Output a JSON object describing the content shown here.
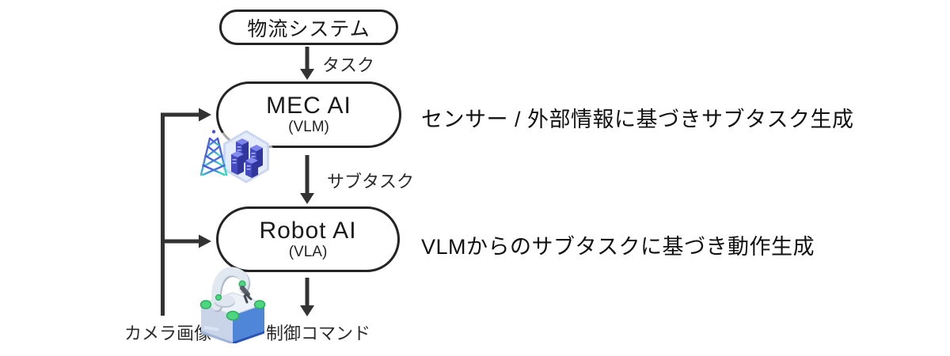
{
  "diagram": {
    "nodes": {
      "logistics": {
        "label": "物流システム"
      },
      "mec_ai": {
        "title": "MEC AI",
        "subtitle": "(VLM)",
        "annotation": "センサー / 外部情報に基づきサブタスク生成",
        "icon": "tower-server-icon"
      },
      "robot_ai": {
        "title": "Robot AI",
        "subtitle": "(VLA)",
        "annotation": "VLMからのサブタスクに基づき動作生成",
        "icon": "robot-arm-icon"
      }
    },
    "edges": {
      "task": {
        "label": "タスク",
        "from": "logistics",
        "to": "mec_ai"
      },
      "subtask": {
        "label": "サブタスク",
        "from": "mec_ai",
        "to": "robot_ai"
      },
      "control_command": {
        "label": "制御コマンド",
        "from": "robot_ai"
      },
      "camera_image": {
        "label": "カメラ画像",
        "to_targets": "mec_ai, robot_ai"
      }
    },
    "colors": {
      "line": "#333333",
      "box_border": "#242424",
      "text": "#1a1a1a",
      "background": "#ffffff",
      "icon_indigo": "#4a50d8",
      "icon_teal": "#33d6c2",
      "icon_server_dark": "#30369c",
      "icon_server_mid": "#434ac4",
      "icon_server_light": "#7b82ea",
      "icon_box_blue": "#4f86d8",
      "icon_box_dark": "#2b56b8",
      "icon_green": "#4cd67e",
      "icon_arm_gray": "#e2e8f0"
    }
  }
}
